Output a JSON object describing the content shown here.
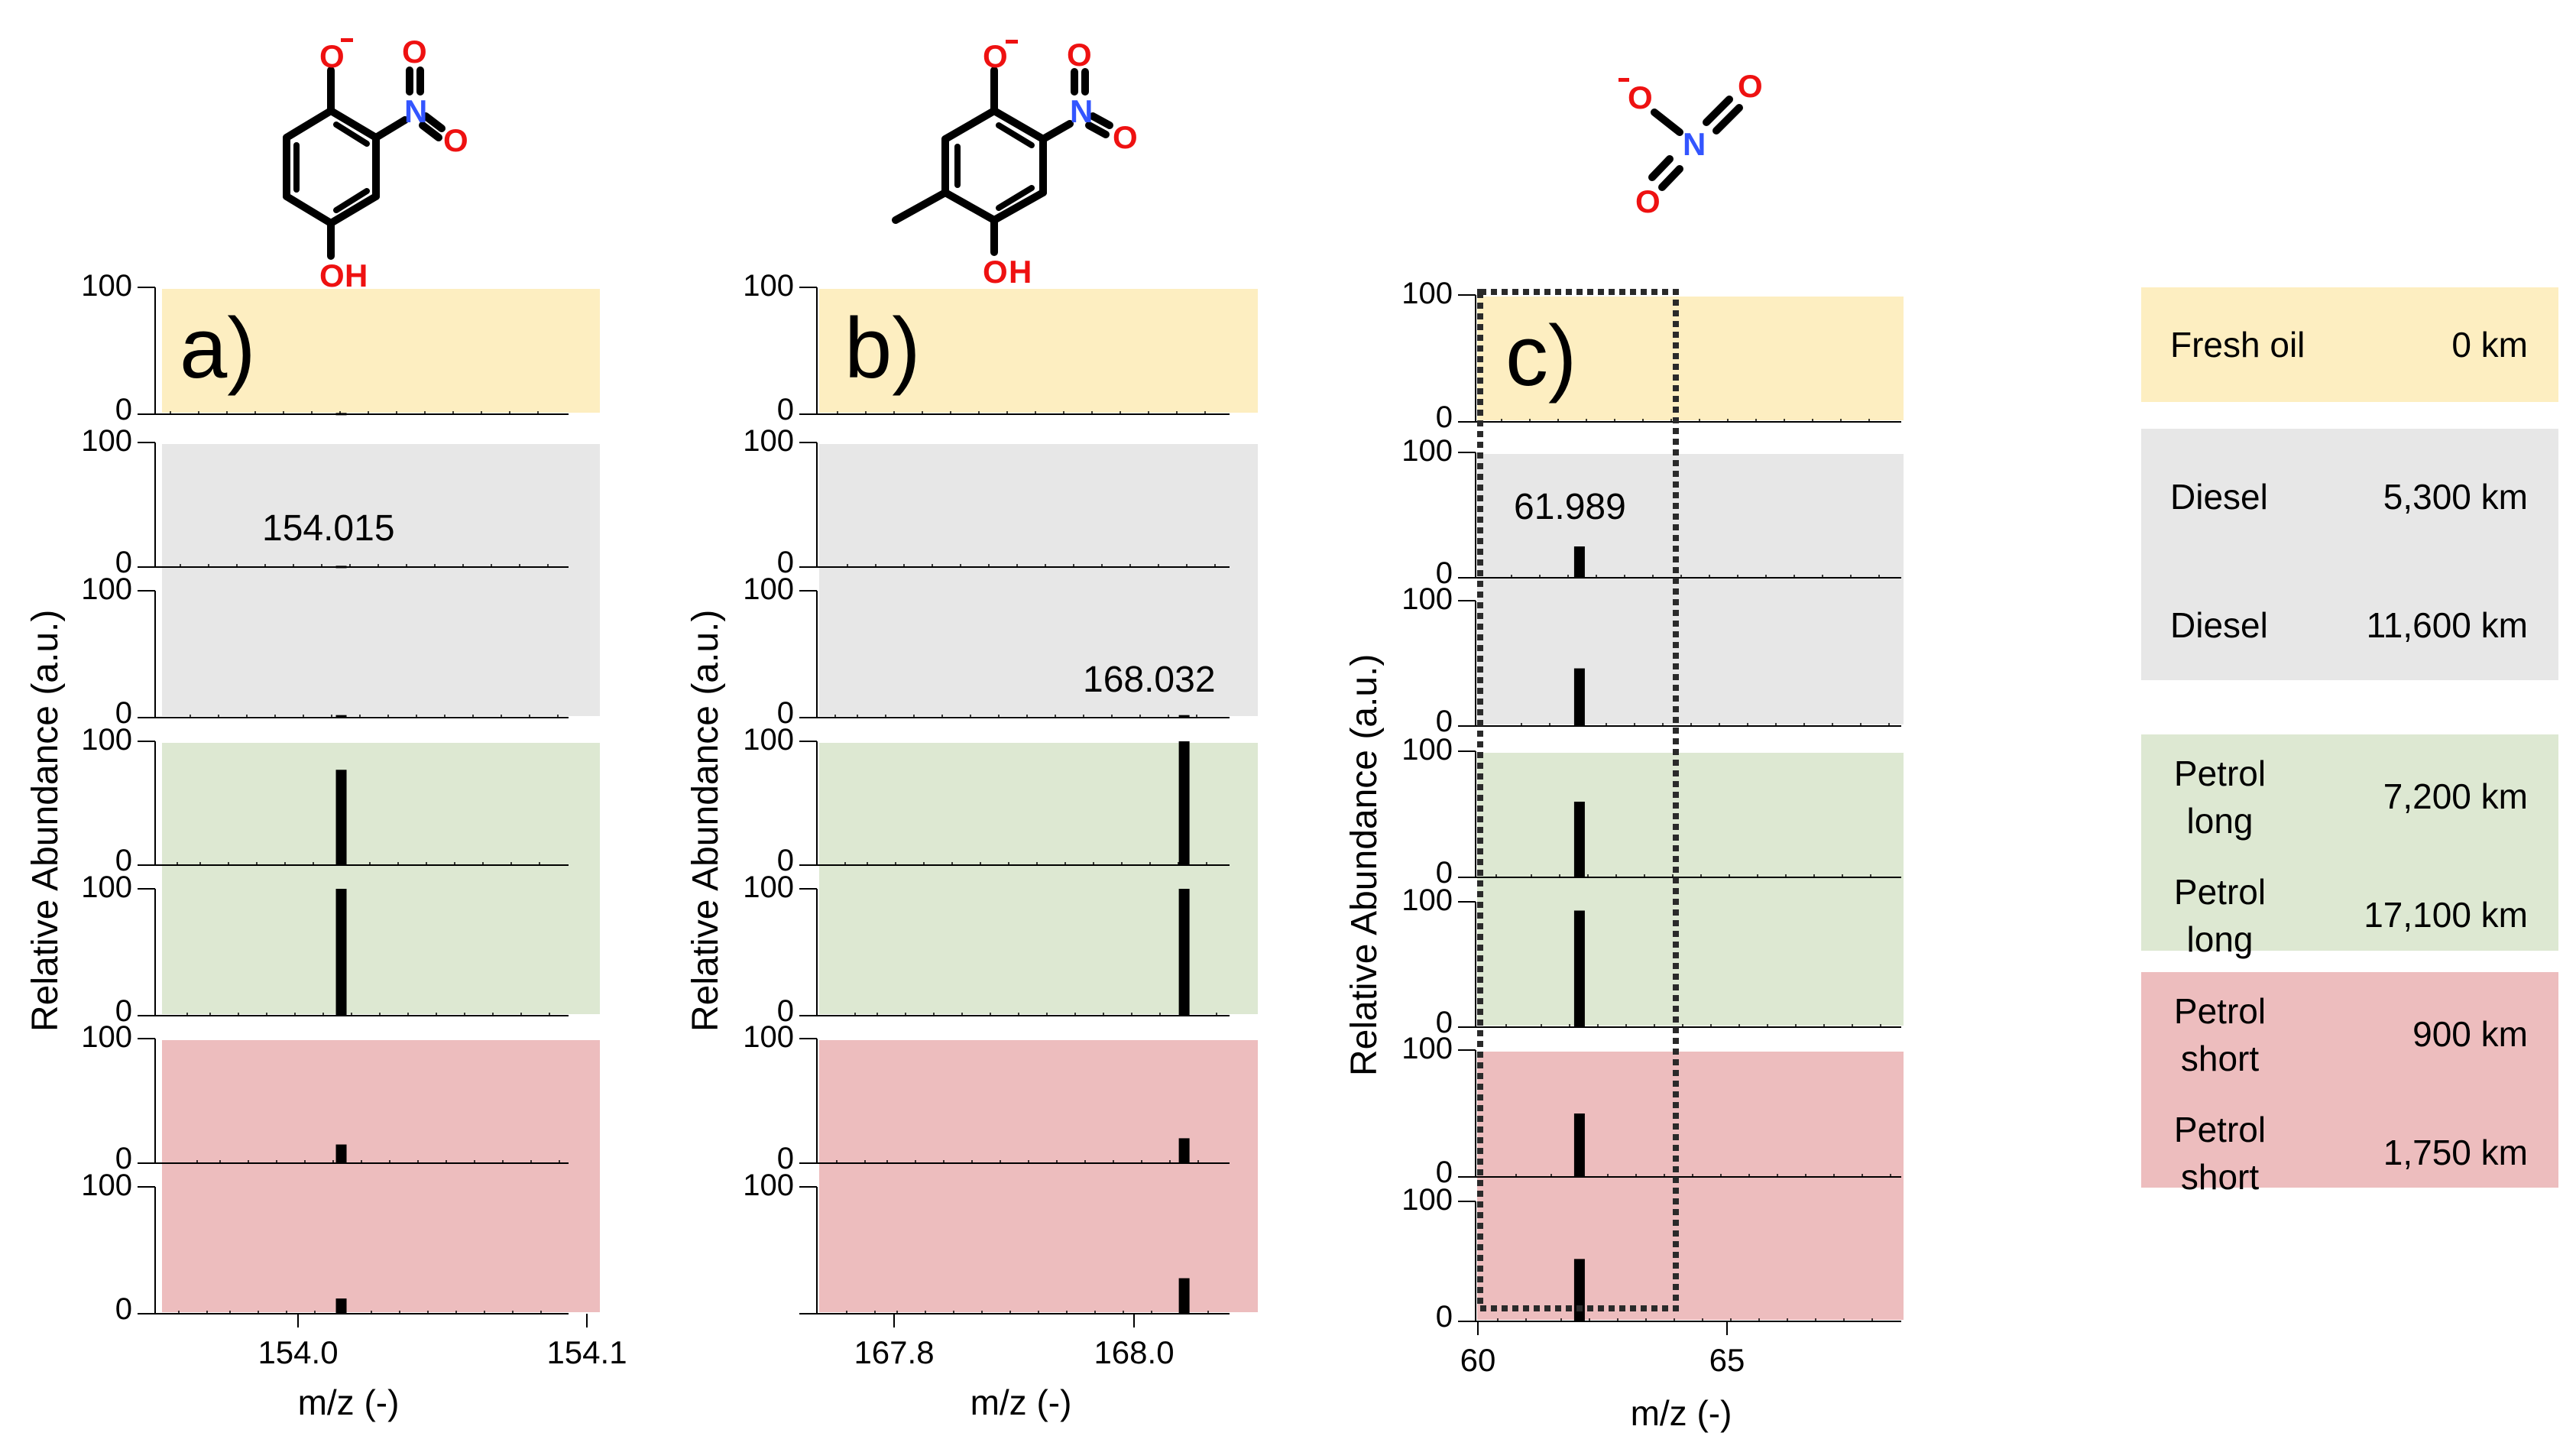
{
  "colors": {
    "fresh_oil": "#fdeec1",
    "diesel": "#e7e7e7",
    "petrol_long": "#dde8d2",
    "petrol_short": "#edbdbe",
    "oxygen": "#ee1111",
    "nitrogen": "#3355ff",
    "bond": "#000000",
    "dotted_box": "#2a2a2a"
  },
  "molecules": [
    {
      "panel": "a",
      "name": "4-hydroxy-2-nitrophenolate",
      "atoms": [
        "O⁻",
        "N",
        "O",
        "O",
        "OH"
      ]
    },
    {
      "panel": "b",
      "name": "4-hydroxy-5-methyl-2-nitrophenolate",
      "atoms": [
        "O⁻",
        "N",
        "O",
        "O",
        "OH"
      ]
    },
    {
      "panel": "c",
      "name": "nitrate",
      "atoms": [
        "⁻O",
        "N",
        "O",
        "O"
      ]
    }
  ],
  "y_axis_label": "Relative Abundance (a.u.)",
  "x_axis_label": "m/z (-)",
  "y_tick_labels": [
    "100",
    "0"
  ],
  "legend": {
    "groups": [
      {
        "key": "fresh_oil",
        "rows": [
          {
            "name": "Fresh oil",
            "distance": "0 km"
          }
        ]
      },
      {
        "key": "diesel",
        "rows": [
          {
            "name": "Diesel",
            "distance": "5,300 km"
          },
          {
            "name": "Diesel",
            "distance": "11,600 km"
          }
        ]
      },
      {
        "key": "petrol_long",
        "rows": [
          {
            "name": "Petrol long",
            "distance": "7,200 km"
          },
          {
            "name": "Petrol long",
            "distance": "17,100 km"
          }
        ]
      },
      {
        "key": "petrol_short",
        "rows": [
          {
            "name": "Petrol short",
            "distance": "900 km"
          },
          {
            "name": "Petrol short",
            "distance": "1,750 km"
          }
        ]
      }
    ]
  },
  "chart_data": [
    {
      "type": "bar",
      "title": "a)",
      "annotation": "154.015",
      "xlabel": "m/z (-)",
      "ylabel": "Relative Abundance (a.u.)",
      "xlim": [
        153.95,
        154.1
      ],
      "x_ticks": [
        "154.0",
        "154.1"
      ],
      "ylim": [
        0,
        100
      ],
      "peak_mz": 154.015,
      "categories": [
        "Fresh oil 0 km",
        "Diesel 5,300 km",
        "Diesel 11,600 km",
        "Petrol long 7,200 km",
        "Petrol long 17,100 km",
        "Petrol short 900 km",
        "Petrol short 1,750 km"
      ],
      "values": [
        1,
        1,
        2,
        77,
        100,
        15,
        12
      ]
    },
    {
      "type": "bar",
      "title": "b)",
      "annotation": "168.032",
      "xlabel": "m/z (-)",
      "ylabel": "Relative Abundance (a.u.)",
      "xlim": [
        167.73,
        168.08
      ],
      "x_ticks": [
        "167.8",
        "168.0"
      ],
      "ylim": [
        0,
        100
      ],
      "peak_mz": 168.032,
      "categories": [
        "Fresh oil 0 km",
        "Diesel 5,300 km",
        "Diesel 11,600 km",
        "Petrol long 7,200 km",
        "Petrol long 17,100 km",
        "Petrol short 900 km",
        "Petrol short 1,750 km"
      ],
      "values": [
        0,
        0,
        2,
        100,
        100,
        20,
        28
      ]
    },
    {
      "type": "bar",
      "title": "c)",
      "annotation": "61.989",
      "xlabel": "m/z (-)",
      "ylabel": "Relative Abundance (a.u.)",
      "xlim": [
        59.9,
        68.2
      ],
      "x_ticks": [
        "60",
        "65"
      ],
      "ylim": [
        0,
        100
      ],
      "peak_mz": 61.989,
      "highlight_box_mz": [
        60,
        64
      ],
      "categories": [
        "Fresh oil 0 km",
        "Diesel 5,300 km",
        "Diesel 11,600 km",
        "Petrol long 7,200 km",
        "Petrol long 17,100 km",
        "Petrol short 900 km",
        "Petrol short 1,750 km"
      ],
      "values": [
        0,
        25,
        46,
        60,
        93,
        50,
        52
      ]
    }
  ]
}
